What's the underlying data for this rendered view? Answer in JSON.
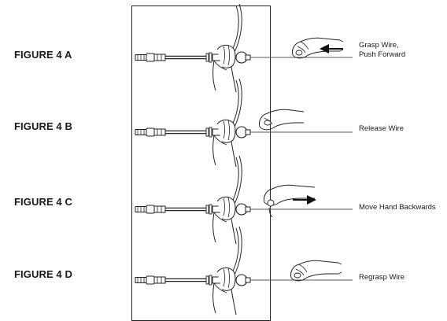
{
  "figures": [
    {
      "label": "FIGURE 4 A",
      "instruction_lines": [
        "Grasp Wire,",
        "Push Forward"
      ],
      "arrow": "left"
    },
    {
      "label": "FIGURE 4 B",
      "instruction_lines": [
        "Release Wire"
      ],
      "arrow": "none"
    },
    {
      "label": "FIGURE 4 C",
      "instruction_lines": [
        "Move Hand Backwards"
      ],
      "arrow": "right"
    },
    {
      "label": "FIGURE 4 D",
      "instruction_lines": [
        "Regrasp Wire"
      ],
      "arrow": "none"
    }
  ]
}
